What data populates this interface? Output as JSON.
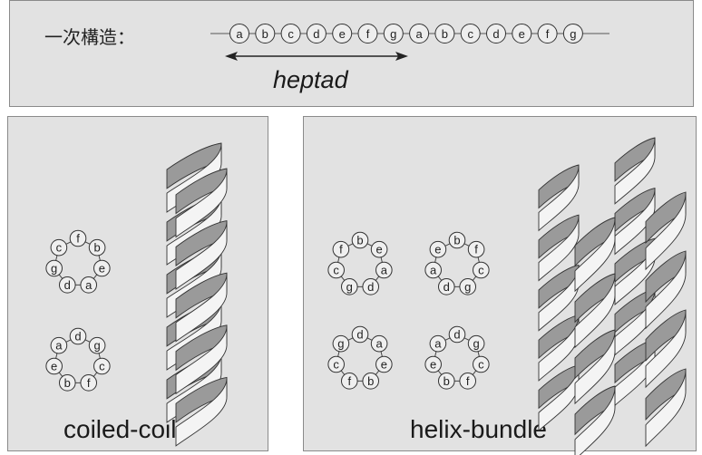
{
  "header": {
    "primary_structure_label": "一次構造：",
    "sequence": [
      "a",
      "b",
      "c",
      "d",
      "e",
      "f",
      "g",
      "a",
      "b",
      "c",
      "d",
      "e",
      "f",
      "g"
    ],
    "repeat_label": "heptad"
  },
  "coiled_coil": {
    "caption": "coiled-coil",
    "wheels": [
      [
        "f",
        "b",
        "e",
        "a",
        "d",
        "g",
        "c"
      ],
      [
        "d",
        "g",
        "c",
        "f",
        "b",
        "e",
        "a"
      ]
    ]
  },
  "helix_bundle": {
    "caption": "helix-bundle",
    "wheels": [
      [
        "b",
        "e",
        "a",
        "d",
        "g",
        "c",
        "f"
      ],
      [
        "b",
        "f",
        "c",
        "g",
        "d",
        "a",
        "e"
      ],
      [
        "d",
        "a",
        "e",
        "b",
        "f",
        "c",
        "g"
      ],
      [
        "d",
        "g",
        "c",
        "f",
        "b",
        "e",
        "a"
      ]
    ]
  },
  "colors": {
    "panel": "#e2e2e2",
    "ribbon_light": "#f4f4f4",
    "ribbon_dark": "#9a9a9a",
    "outline": "#333333"
  }
}
